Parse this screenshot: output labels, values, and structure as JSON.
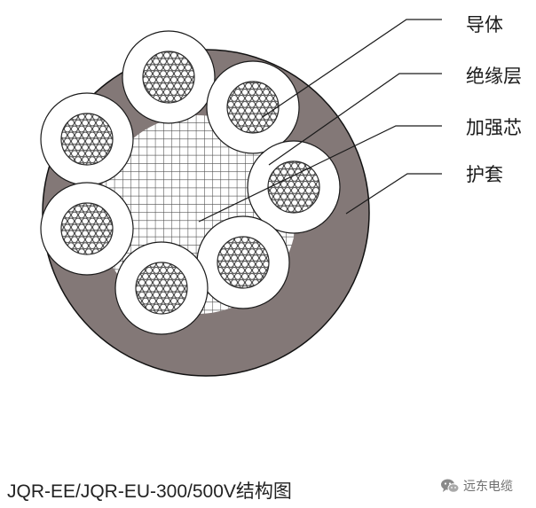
{
  "labels": {
    "conductor": "导体",
    "insulation": "绝缘层",
    "strength_member": "加强芯",
    "sheath": "护套"
  },
  "caption": "JQR-EE/JQR-EU-300/500V结构图",
  "watermark": {
    "text": "远东电缆",
    "icon": "wechat-icon"
  },
  "colors": {
    "sheath": "#837877",
    "insulation": "#ffffff",
    "conductor_fill": "#ffffff",
    "strand_mesh": "#4a4a4a",
    "leader_lines": "#1a1a1a"
  }
}
